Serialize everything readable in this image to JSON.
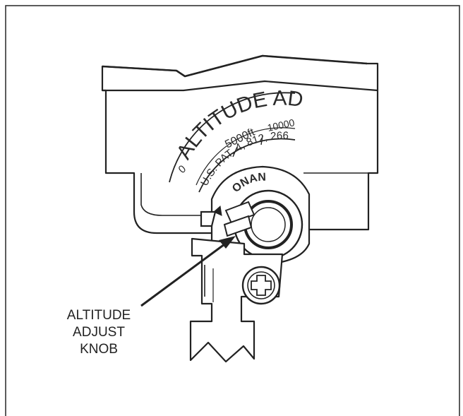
{
  "figure": {
    "dial": {
      "title": "ALTITUDE ADJ",
      "zero_mark": "0",
      "scale_mid": "5000ft",
      "scale_max": "10000",
      "patent": "U.S. PAT. 4, 812, 266"
    },
    "brand": "ONAN",
    "callout": {
      "line1": "ALTITUDE",
      "line2": "ADJUST",
      "line3": "KNOB"
    }
  }
}
